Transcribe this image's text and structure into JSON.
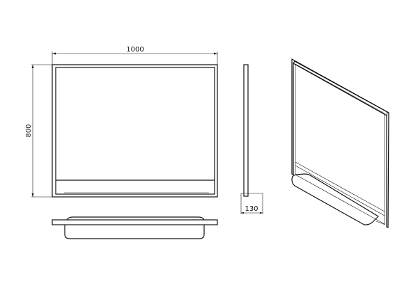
{
  "drawing": {
    "width_label": "1000",
    "height_label": "800",
    "depth_label": "130"
  }
}
